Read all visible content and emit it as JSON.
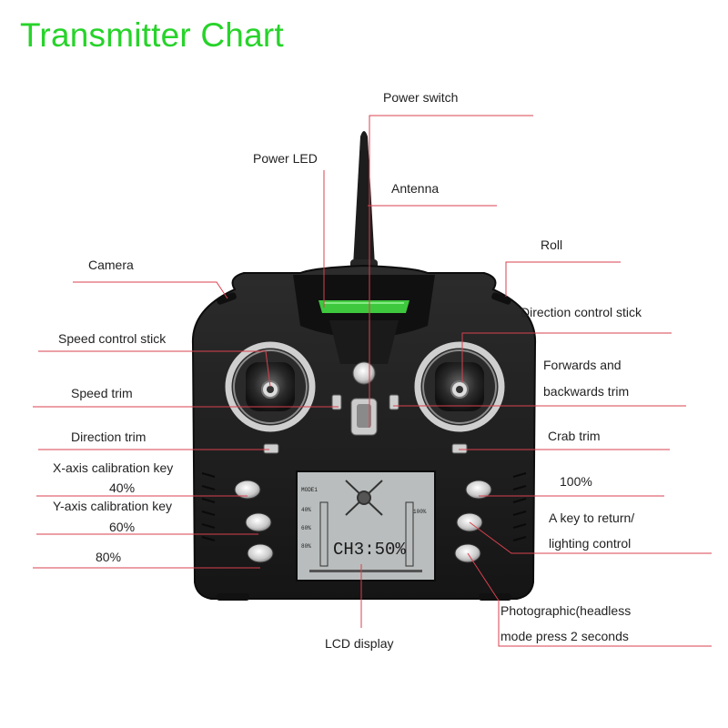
{
  "title": "Transmitter Chart",
  "colors": {
    "title": "#27d32a",
    "leader_line": "#d9414f",
    "body": "#1c1c1c",
    "led": "#3ec83e",
    "lcd": "#b9bdbd"
  },
  "lcd_screen": {
    "mode": "MODE1",
    "channel": "CH3:50%",
    "left_scale": [
      "40%",
      "60%",
      "80%"
    ],
    "right_scale": "100%"
  },
  "labels": {
    "power_switch": "Power switch",
    "power_led": "Power LED",
    "antenna": "Antenna",
    "roll": "Roll",
    "camera": "Camera",
    "direction_control_stick": "Direction control stick",
    "speed_control_stick": "Speed control stick",
    "forwards_backwards_trim_1": "Forwards and",
    "forwards_backwards_trim_2": "backwards trim",
    "speed_trim": "Speed trim",
    "direction_trim": "Direction trim",
    "crab_trim": "Crab trim",
    "x_axis_key": "X-axis calibration key",
    "pct_40": "40%",
    "pct_100": "100%",
    "y_axis_key": "Y-axis calibration key",
    "pct_60": "60%",
    "return_key_1": "A key to return/",
    "return_key_2": "lighting control",
    "pct_80": "80%",
    "photographic_1": "Photographic(headless",
    "photographic_2": "mode press 2 seconds",
    "lcd_display": "LCD display"
  }
}
